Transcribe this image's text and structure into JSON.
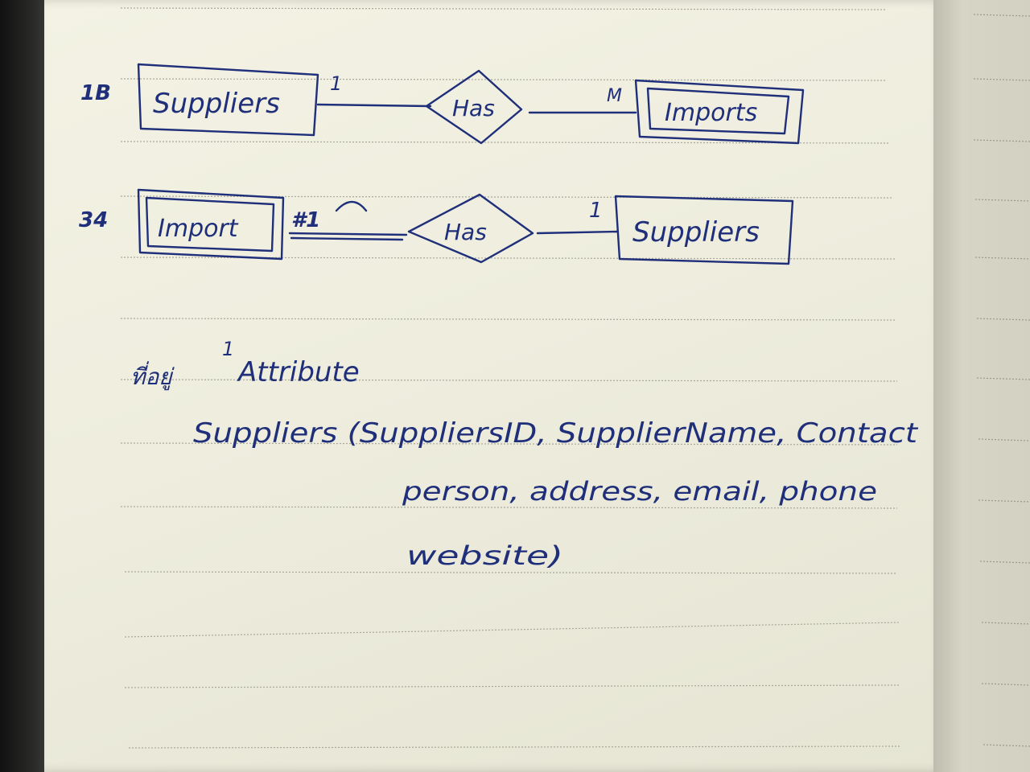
{
  "colors": {
    "ink": "#1f2f7a",
    "paper": "#efeedf",
    "rule": "#a8a79a"
  },
  "diagram1": {
    "label": "1B",
    "left_entity": "Suppliers",
    "relationship": "Has",
    "right_entity": "Imports",
    "left_cardinality": "1",
    "right_cardinality": "M"
  },
  "diagram2": {
    "label": "34",
    "left_entity": "Import",
    "relationship": "Has",
    "right_entity": "Suppliers",
    "left_cardinality": "#1",
    "right_cardinality": "1"
  },
  "notes": {
    "heading_thai": "ที่อยู่",
    "heading_mark": "1",
    "heading": "Attribute",
    "line1": "Suppliers (SuppliersID, SupplierName, Contact",
    "line2": "person, address, email, phone",
    "line3": "website)"
  }
}
